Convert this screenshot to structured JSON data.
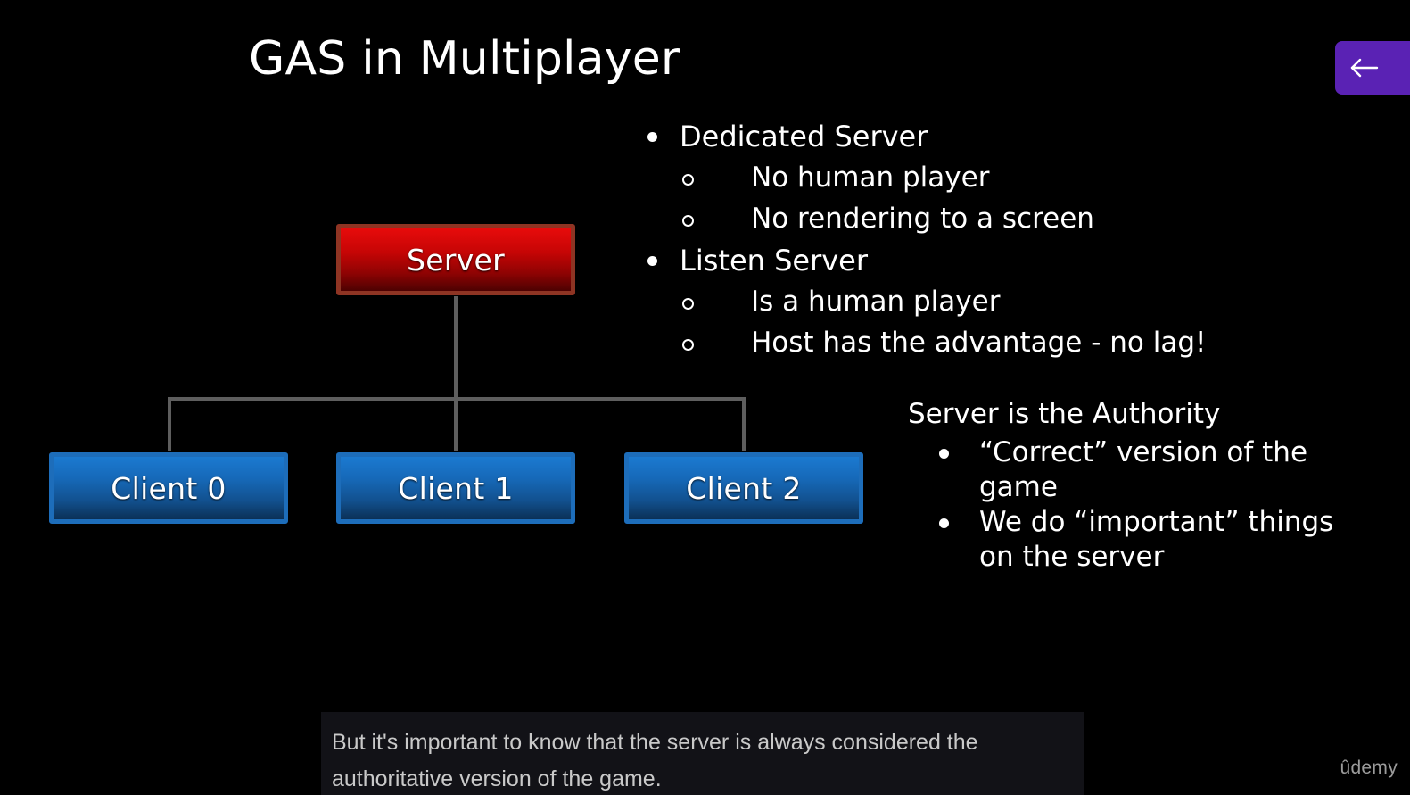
{
  "slide": {
    "title": "GAS in Multiplayer",
    "background_color": "#000000"
  },
  "back_button": {
    "icon": "arrow-left-icon",
    "color": "#5a22b4"
  },
  "diagram": {
    "server": {
      "label": "Server",
      "fill_top": "#e70b0b",
      "fill_bottom": "#4d0101",
      "border": "#8e3423"
    },
    "clients": [
      {
        "label": "Client 0"
      },
      {
        "label": "Client 1"
      },
      {
        "label": "Client 2"
      }
    ],
    "client_style": {
      "fill_top": "#1b7ad1",
      "fill_bottom": "#0b3056",
      "border": "#1d6dba"
    },
    "edge_color": "#5e5e5e"
  },
  "servers_block": {
    "items": [
      {
        "level": 1,
        "text": "Dedicated Server"
      },
      {
        "level": 2,
        "text": "No human player"
      },
      {
        "level": 2,
        "text": "No rendering to a screen"
      },
      {
        "level": 1,
        "text": "Listen Server"
      },
      {
        "level": 2,
        "text": "Is a human player"
      },
      {
        "level": 2,
        "text": "Host has the advantage - no lag!"
      }
    ]
  },
  "authority_block": {
    "heading": "Server is the Authority",
    "items": [
      {
        "text": "“Correct” version of the game"
      },
      {
        "text": "We do “important” things on the server"
      }
    ]
  },
  "caption": {
    "lines": [
      "But it's important to know that the server is always considered the",
      "authoritative version of the game."
    ]
  },
  "watermark": {
    "text": "ûdemy"
  }
}
